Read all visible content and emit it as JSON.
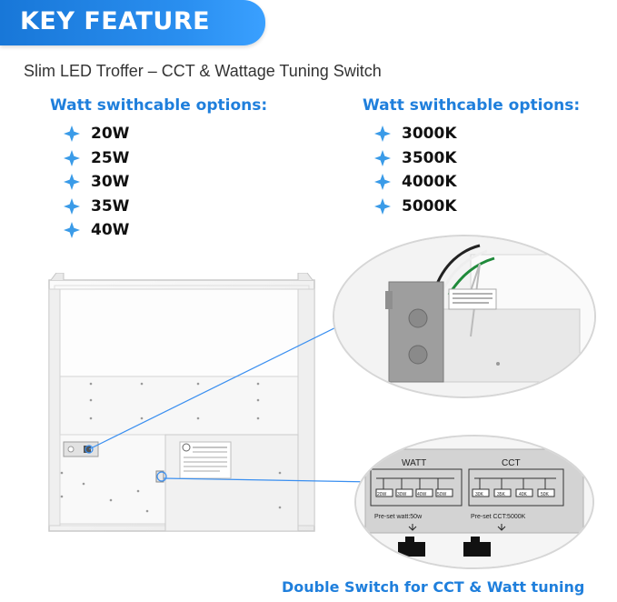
{
  "banner": {
    "title": "KEY FEATURE"
  },
  "subtitle": "Slim LED Troffer – CCT & Wattage Tuning Switch",
  "watt_column": {
    "heading": "Watt swithcable options:",
    "items": [
      "20W",
      "25W",
      "30W",
      "35W",
      "40W"
    ]
  },
  "cct_column": {
    "heading": "Watt swithcable options:",
    "items": [
      "3000K",
      "3500K",
      "4000K",
      "5000K"
    ]
  },
  "switch_label": {
    "watt": "WATT",
    "cct": "CCT",
    "watt_positions": [
      "20W",
      "30W",
      "40W",
      "50W"
    ],
    "cct_positions": [
      "30K",
      "35K",
      "40K",
      "50K"
    ],
    "preset_watt": "Pre-set  watt:50w",
    "preset_cct": "Pre-set  CCT:5000K"
  },
  "caption": "Double Switch for CCT & Watt tuning",
  "colors": {
    "accent": "#1f7fdc",
    "banner": "#2a8ff0",
    "star": "#3a9be8"
  },
  "icons": {
    "bullet": "four-point-star-icon"
  }
}
